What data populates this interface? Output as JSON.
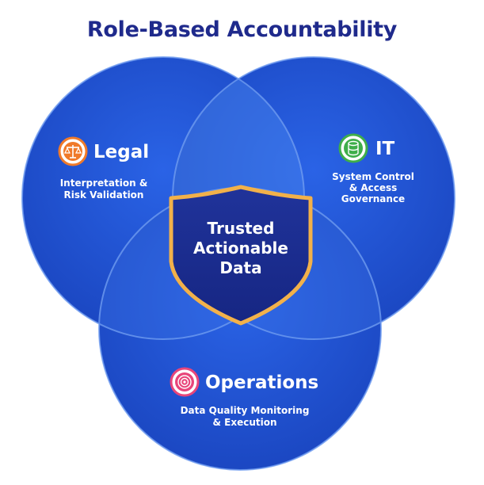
{
  "title": "Role-Based Accountability",
  "center": {
    "lines": [
      "Trusted",
      "Actionable",
      "Data"
    ]
  },
  "circles": [
    {
      "name": "Legal",
      "icon": "scales-icon",
      "description": [
        "Interpretation &",
        "Risk Validation"
      ]
    },
    {
      "name": "IT",
      "icon": "database-icon",
      "description": [
        "System Control",
        "& Access",
        "Governance"
      ]
    },
    {
      "name": "Operations",
      "icon": "target-icon",
      "description": [
        "Data Quality Monitoring",
        "& Execution"
      ]
    }
  ],
  "colors": {
    "title": "#1f2a8c",
    "circle_fill": "#1d4fd0",
    "circle_outline": "#6f9cf0",
    "shield_fill": "#1b2d8f",
    "shield_border": "#f2b14a",
    "legal_icon_ring": "#f07a2a",
    "it_icon_ring": "#3fae4a",
    "operations_icon_ring": "#e8457a"
  }
}
